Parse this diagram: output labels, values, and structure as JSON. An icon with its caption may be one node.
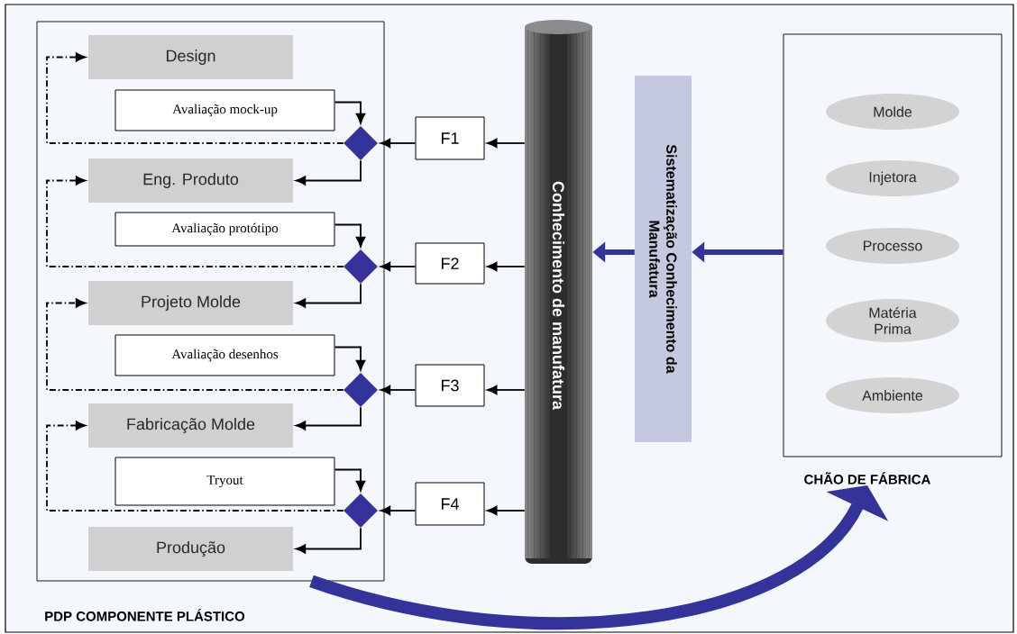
{
  "diagram": {
    "nodes": [
      {
        "text": [
          "PDP COMPONENTE PLÁSTICO"
        ]
      },
      {
        "text": [
          "Design"
        ],
        "in": 0
      },
      {
        "text": [
          "Avaliação mock-up"
        ],
        "in": 0
      },
      {
        "text": [],
        "shape": "diamond",
        "in": 0
      },
      {
        "text": [
          "Eng. Produto"
        ],
        "in": 0
      },
      {
        "text": [
          "Avaliação protótipo"
        ],
        "in": 0
      },
      {
        "text": [],
        "shape": "diamond",
        "in": 0
      },
      {
        "text": [
          "Projeto Molde"
        ],
        "in": 0
      },
      {
        "text": [
          "Avaliação desenhos"
        ],
        "in": 0
      },
      {
        "text": [],
        "shape": "diamond",
        "in": 0
      },
      {
        "text": [
          "Fabricação Molde"
        ],
        "in": 0
      },
      {
        "text": [
          "Tryout"
        ],
        "in": 0
      },
      {
        "text": [],
        "shape": "diamond",
        "in": 0
      },
      {
        "text": [
          "Produção"
        ],
        "in": 0
      },
      {
        "text": [
          "F1"
        ]
      },
      {
        "text": [
          "F2"
        ]
      },
      {
        "text": [
          "F3"
        ]
      },
      {
        "text": [
          "F4"
        ]
      },
      {
        "text": [
          "Conhecimento de manufatura"
        ]
      },
      {
        "text": [
          "Sistematização Conhecimento da Manufatura"
        ]
      },
      {
        "text": [
          "CHÃO DE FÁBRICA"
        ]
      },
      {
        "text": [
          "Molde"
        ],
        "in": 20
      },
      {
        "text": [
          "Injetora"
        ],
        "in": 20
      },
      {
        "text": [
          "Processo"
        ],
        "in": 20
      },
      {
        "text": [
          "Matéria Prima"
        ],
        "in": 20
      },
      {
        "text": [
          "Ambiente"
        ],
        "in": 20
      }
    ],
    "edges": [
      {
        "from": 2,
        "to": 3,
        "arrow": "to"
      },
      {
        "from": 3,
        "to": 4,
        "arrow": "to"
      },
      {
        "from": 3,
        "to": 1,
        "arrow": "to",
        "style": "dashed"
      },
      {
        "from": 14,
        "to": 3,
        "arrow": "to"
      },
      {
        "from": 18,
        "to": 14,
        "arrow": "to"
      },
      {
        "from": 5,
        "to": 6,
        "arrow": "to"
      },
      {
        "from": 6,
        "to": 7,
        "arrow": "to"
      },
      {
        "from": 6,
        "to": 4,
        "arrow": "to",
        "style": "dashed"
      },
      {
        "from": 15,
        "to": 6,
        "arrow": "to"
      },
      {
        "from": 18,
        "to": 15,
        "arrow": "to"
      },
      {
        "from": 8,
        "to": 9,
        "arrow": "to"
      },
      {
        "from": 9,
        "to": 10,
        "arrow": "to"
      },
      {
        "from": 9,
        "to": 7,
        "arrow": "to",
        "style": "dashed"
      },
      {
        "from": 16,
        "to": 9,
        "arrow": "to"
      },
      {
        "from": 18,
        "to": 16,
        "arrow": "to"
      },
      {
        "from": 11,
        "to": 12,
        "arrow": "to"
      },
      {
        "from": 12,
        "to": 13,
        "arrow": "to"
      },
      {
        "from": 12,
        "to": 10,
        "arrow": "to",
        "style": "dashed"
      },
      {
        "from": 17,
        "to": 12,
        "arrow": "to"
      },
      {
        "from": 18,
        "to": 17,
        "arrow": "to"
      },
      {
        "from": 19,
        "to": 18,
        "arrow": "to",
        "style": "thick",
        "color": "#333399"
      },
      {
        "from": 20,
        "to": 19,
        "arrow": "to",
        "style": "thick",
        "color": "#333399"
      },
      {
        "from": 0,
        "to": 20,
        "arrow": "to",
        "style": "thick",
        "color": "#333399"
      }
    ]
  }
}
